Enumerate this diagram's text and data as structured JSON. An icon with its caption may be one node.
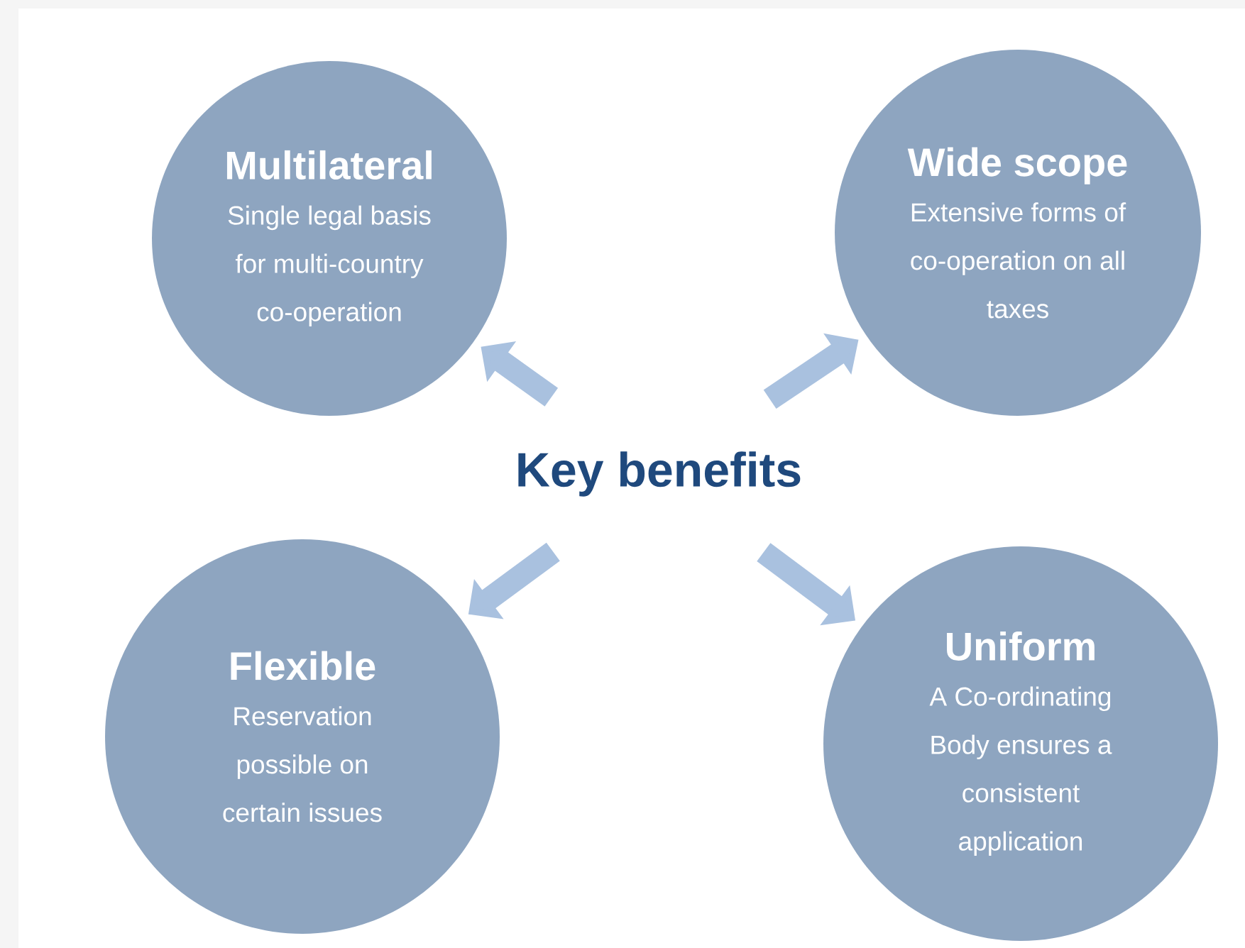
{
  "diagram": {
    "nodes": [
      {
        "text": [
          "Key benefits"
        ]
      },
      {
        "text": [
          "Multilateral",
          "Single legal basis for multi-country co-operation"
        ]
      },
      {
        "text": [
          "Wide scope",
          "Extensive forms of co-operation on all taxes"
        ]
      },
      {
        "text": [
          "Flexible",
          "Reservation possible on certain issues"
        ]
      },
      {
        "text": [
          "Uniform",
          "A Co-ordinating Body ensures a consistent application"
        ]
      }
    ],
    "edges": [
      {
        "from": 0,
        "to": 1,
        "arrow": "to"
      },
      {
        "from": 0,
        "to": 2,
        "arrow": "to"
      },
      {
        "from": 0,
        "to": 3,
        "arrow": "to"
      },
      {
        "from": 0,
        "to": 4,
        "arrow": "to"
      }
    ]
  }
}
